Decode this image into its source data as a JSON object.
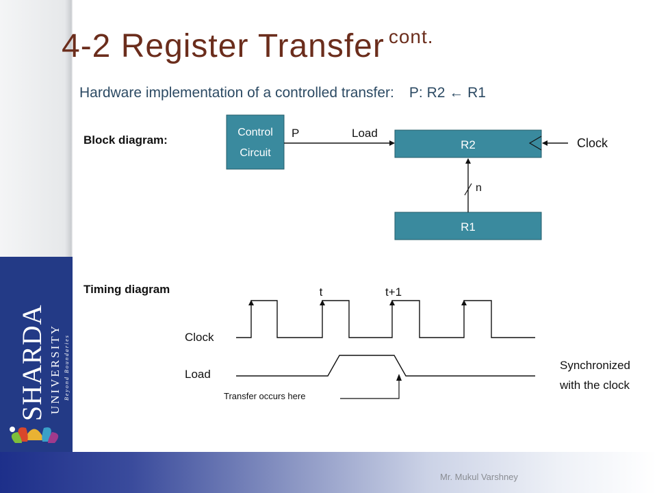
{
  "title": {
    "main": "4-2 Register Transfer",
    "suffix": "cont."
  },
  "subtitle": {
    "text": "Hardware implementation of a controlled transfer:",
    "equation": "P: R2 ← R1"
  },
  "block_diagram": {
    "label": "Block diagram:",
    "control_line1": "Control",
    "control_line2": "Circuit",
    "signal_p": "P",
    "signal_load": "Load",
    "register_r2": "R2",
    "register_r1": "R1",
    "clock": "Clock",
    "bus_width": "n"
  },
  "timing_diagram": {
    "label": "Timing diagram",
    "clock_label": "Clock",
    "load_label": "Load",
    "t_label": "t",
    "t1_label": "t+1",
    "transfer_note": "Transfer occurs here",
    "sync_line1": "Synchronized",
    "sync_line2": "with the clock"
  },
  "logo": {
    "name": "SHARDA",
    "sub": "UNIVERSITY",
    "tagline": "Beyond Boundaries"
  },
  "footer": {
    "author": "Mr. Mukul Varshney"
  },
  "colors": {
    "title": "#6b2d1c",
    "box_fill": "#3a8a9e",
    "logo_bg": "#233a86",
    "text": "#2c4a63"
  }
}
